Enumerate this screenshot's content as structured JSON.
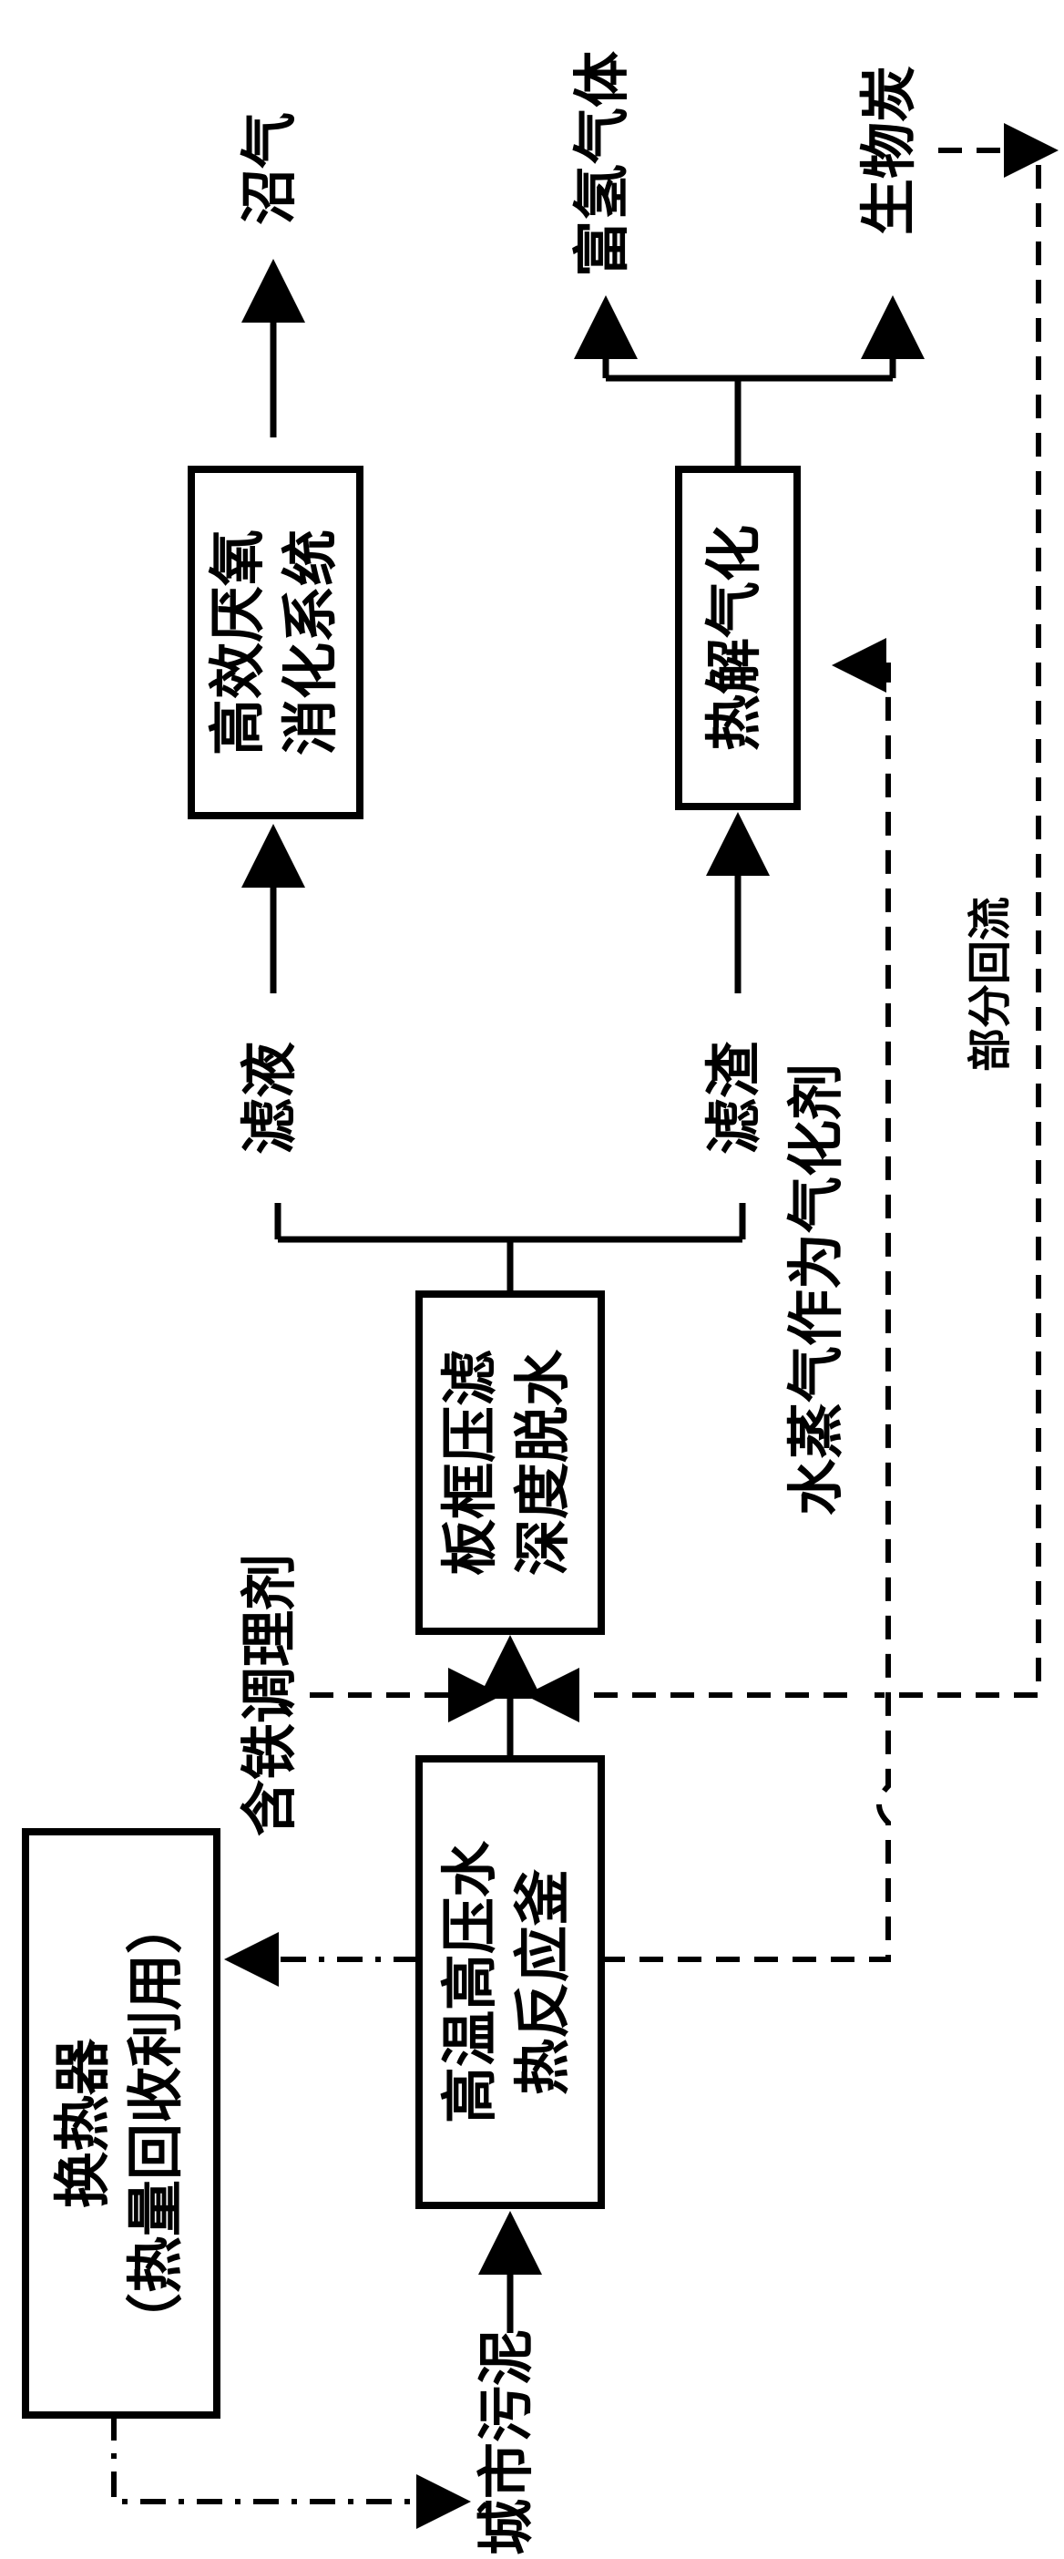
{
  "diagram": {
    "input": "城市污泥",
    "heat_exchanger": {
      "line1": "换热器",
      "line2": "（热量回收利用）"
    },
    "reactor": {
      "line1": "高温高压水",
      "line2": "热反应釜"
    },
    "conditioner": "含铁调理剂",
    "filter_press": {
      "line1": "板框压滤",
      "line2": "深度脱水"
    },
    "steam_label": "水蒸气作为气化剂",
    "filtrate": "滤液",
    "filter_residue": "滤渣",
    "digestion": {
      "line1": "高效厌氧",
      "line2": "消化系统"
    },
    "pyrolysis": "热解气化",
    "partial_reflux": "部分回流",
    "biogas": "沼气",
    "hydrogen_gas": "富氢气体",
    "biochar": "生物炭"
  }
}
